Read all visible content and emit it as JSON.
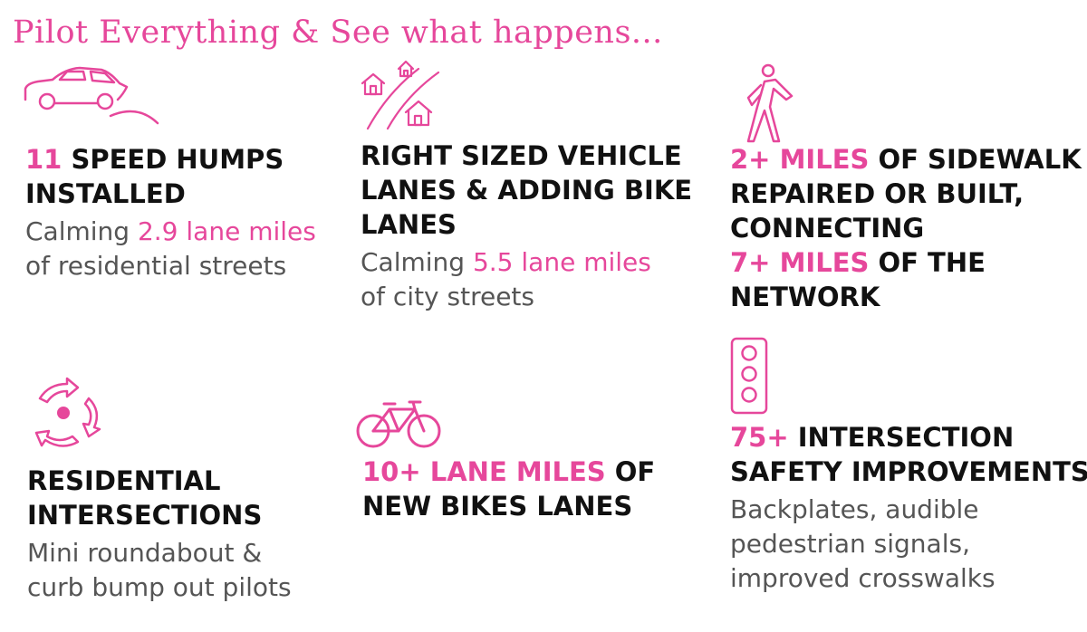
{
  "title": "Pilot Everything & See what happens...",
  "colors": {
    "accent": "#e6479b",
    "heading": "#111111",
    "body": "#555555"
  },
  "items": [
    {
      "icon": "car-icon",
      "h1_hl": "11",
      "h1_rest": " SPEED HUMPS",
      "h2": "INSTALLED",
      "s1_pre": "Calming ",
      "s1_hl": "2.9 lane miles",
      "s2": "of residential streets"
    },
    {
      "icon": "road-with-houses-icon",
      "h1": "RIGHT SIZED VEHICLE",
      "h2": "LANES & ADDING BIKE",
      "h3": "LANES",
      "s1_pre": "Calming ",
      "s1_hl": "5.5 lane miles",
      "s2": "of city streets"
    },
    {
      "icon": "pedestrian-icon",
      "h1_hl": "2+ MILES",
      "h1_rest": " OF SIDEWALK",
      "h2": "REPAIRED OR BUILT,",
      "h3": "CONNECTING",
      "h4_hl": "7+ MILES",
      "h4_rest": " OF THE",
      "h5": "NETWORK"
    },
    {
      "icon": "roundabout-icon",
      "h1": "RESIDENTIAL",
      "h2": "INTERSECTIONS",
      "s1": "Mini roundabout &",
      "s2": "curb bump out pilots"
    },
    {
      "icon": "bicycle-icon",
      "h1_hl": "10+ LANE MILES",
      "h1_rest": " OF",
      "h2": "NEW BIKES LANES"
    },
    {
      "icon": "traffic-light-icon",
      "h1_hl": "75+",
      "h1_rest": " INTERSECTION",
      "h2": "SAFETY IMPROVEMENTS",
      "s1": "Backplates, audible",
      "s2": "pedestrian signals,",
      "s3": "improved crosswalks"
    }
  ]
}
